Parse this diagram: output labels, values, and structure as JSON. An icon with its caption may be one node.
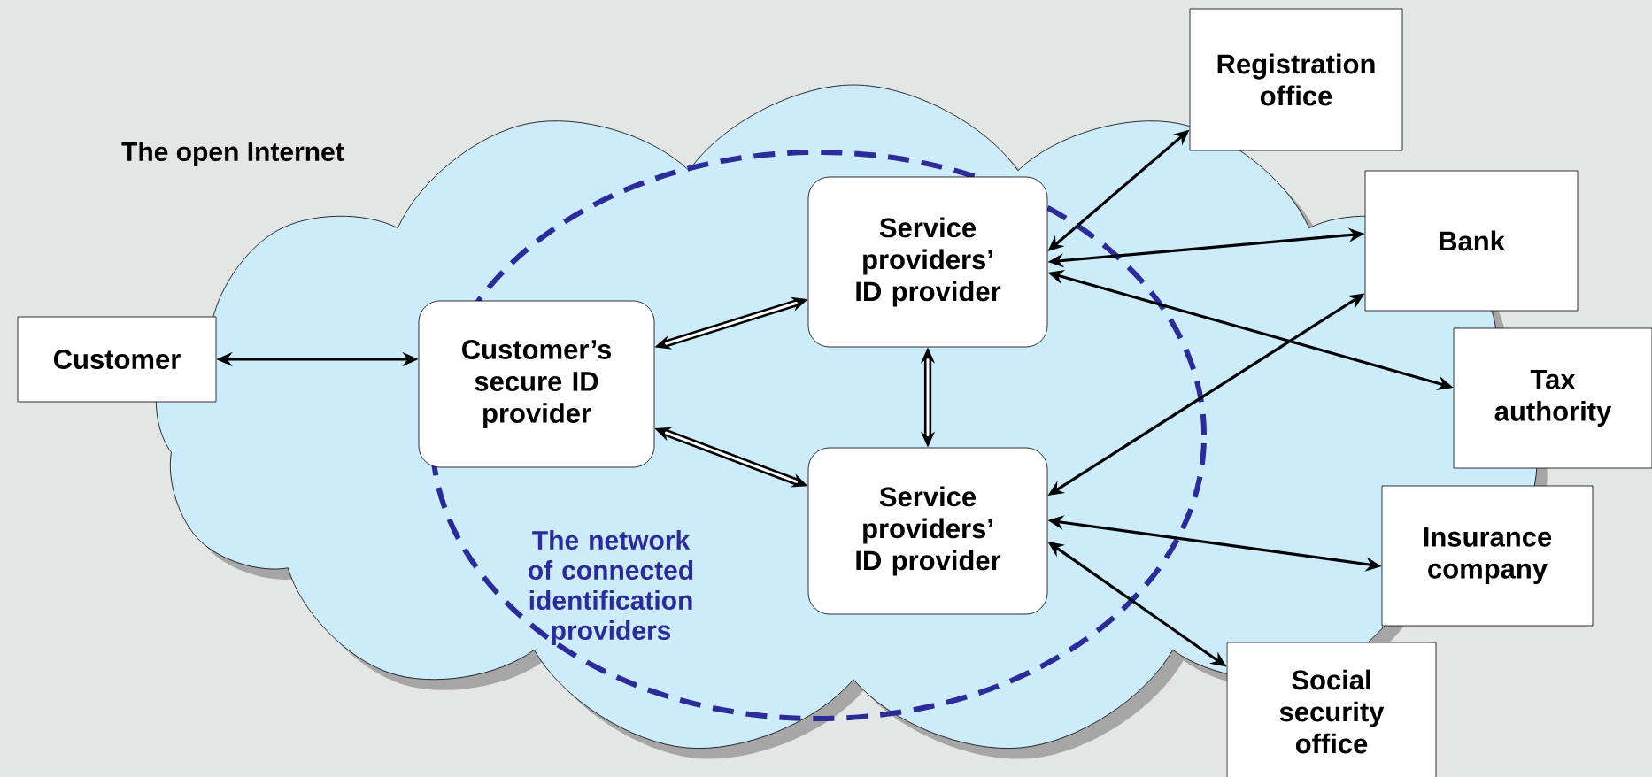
{
  "diagram": {
    "nodes": [
      {
        "text": [
          "The open Internet"
        ]
      },
      {
        "text": [
          "The network of connected identification providers"
        ],
        "in": 0
      },
      {
        "text": [
          "Customer"
        ]
      },
      {
        "text": [
          "Customer’s secure ID provider"
        ],
        "in": 1
      },
      {
        "text": [
          "Service providers’ ID provider"
        ],
        "in": 1
      },
      {
        "text": [
          "Service providers’ ID provider"
        ],
        "in": 1
      },
      {
        "text": [
          "Registration office"
        ]
      },
      {
        "text": [
          "Bank"
        ]
      },
      {
        "text": [
          "Tax authority"
        ]
      },
      {
        "text": [
          "Insurance company"
        ]
      },
      {
        "text": [
          "Social security office"
        ]
      }
    ],
    "edges": [
      {
        "from": 2,
        "to": 3,
        "arrow": "both"
      },
      {
        "from": 3,
        "to": 4,
        "arrow": "both",
        "style": "thick"
      },
      {
        "from": 3,
        "to": 5,
        "arrow": "both",
        "style": "thick"
      },
      {
        "from": 4,
        "to": 5,
        "arrow": "both",
        "style": "thick"
      },
      {
        "from": 4,
        "to": 6,
        "arrow": "both"
      },
      {
        "from": 4,
        "to": 7,
        "arrow": "both"
      },
      {
        "from": 4,
        "to": 8,
        "arrow": "both"
      },
      {
        "from": 5,
        "to": 7,
        "arrow": "both"
      },
      {
        "from": 5,
        "to": 9,
        "arrow": "both"
      },
      {
        "from": 5,
        "to": 10,
        "arrow": "both"
      }
    ]
  }
}
